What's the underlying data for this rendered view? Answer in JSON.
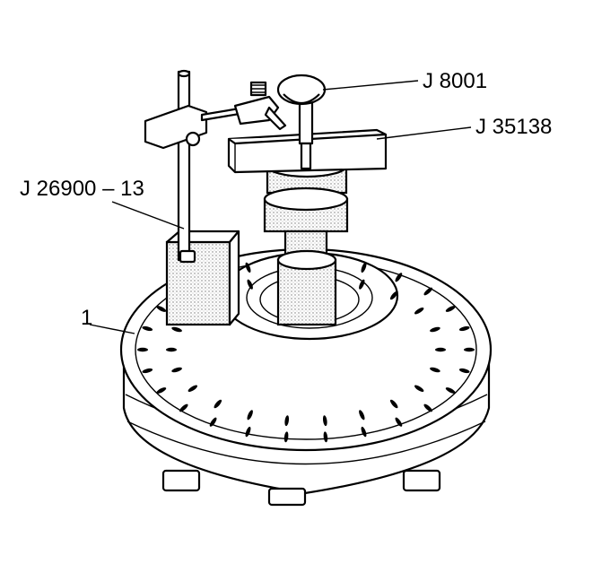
{
  "figure": {
    "labels": {
      "tool_j8001": "J 8001",
      "tool_j35138": "J 35138",
      "tool_j26900_13": "J 26900 – 13",
      "part_1": "1"
    },
    "colors": {
      "line": "#000000",
      "shade": "#d4d4d4",
      "background": "#ffffff"
    }
  }
}
